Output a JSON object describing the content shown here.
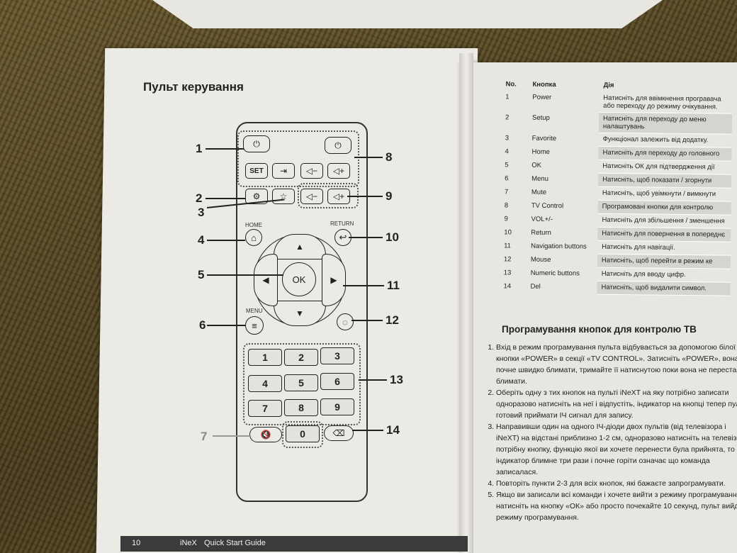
{
  "left_page": {
    "title": "Пульт керування",
    "callouts": [
      "1",
      "2",
      "3",
      "4",
      "5",
      "6",
      "7",
      "8",
      "9",
      "10",
      "11",
      "12",
      "13",
      "14"
    ],
    "remote": {
      "set_label": "SET",
      "home_label": "HOME",
      "return_label": "RETURN",
      "menu_label": "MENU",
      "ok_label": "OK",
      "numbers": [
        "1",
        "2",
        "3",
        "4",
        "5",
        "6",
        "7",
        "8",
        "9",
        "0"
      ]
    },
    "footer": {
      "page_number": "10",
      "brand": "iNeX",
      "guide": "Quick Start Guide"
    }
  },
  "right_page": {
    "table_headers": {
      "no": "No.",
      "button": "Кнопка",
      "action": "Дія"
    },
    "rows": [
      {
        "no": "1",
        "button": "Power",
        "action": "Натисніть для ввімкнення програвача або переходу до режиму очікування."
      },
      {
        "no": "2",
        "button": "Setup",
        "action": "Натисніть для переходу до меню налаштувань"
      },
      {
        "no": "3",
        "button": "Favorite",
        "action": "Функціонал залежить від додатку."
      },
      {
        "no": "4",
        "button": "Home",
        "action": "Натисніть для переходу до головного"
      },
      {
        "no": "5",
        "button": "OK",
        "action": "Натисніть ОК для підтвердження дії"
      },
      {
        "no": "6",
        "button": "Menu",
        "action": "Натисніть, щоб показати / згорнути"
      },
      {
        "no": "7",
        "button": "Mute",
        "action": "Натисніть, щоб увімкнути / вимкнути"
      },
      {
        "no": "8",
        "button": "TV Control",
        "action": "Програмовані кнопки для контролю"
      },
      {
        "no": "9",
        "button": "VOL+/-",
        "action": "Натисніть для збільшення / зменшення"
      },
      {
        "no": "10",
        "button": "Return",
        "action": "Натисніть для повернення в попереднє"
      },
      {
        "no": "11",
        "button": "Navigation buttons",
        "action": "Натисніть для навігації."
      },
      {
        "no": "12",
        "button": "Mouse",
        "action": "Натисніть, щоб перейти в режим ке"
      },
      {
        "no": "13",
        "button": "Numeric buttons",
        "action": "Натисніть для вводу цифр."
      },
      {
        "no": "14",
        "button": "Del",
        "action": "Натисніть, щоб видалити символ."
      }
    ],
    "section_title": "Програмування кнопок для контролю ТВ",
    "steps": [
      "Вхід в режим програмування пульта відбувається за допомогою білої кнопки «POWER» в секції «TV CONTROL». Затисніть «POWER», вона почне швидко блимати, тримайте її натиснутою поки вона не перестане блимати.",
      "Оберіть одну з тих кнопок на пульті iNeXT на яку потрібно записати одноразово натисніть на неї і відпустіть, індикатор на кнопці тепер пульт готовий приймати ІЧ сигнал для запису.",
      "Направивши один на одного ІЧ-діоди двох пультів (від телевізора і iNeXT) на відстані приблизно 1-2 см, одноразово натисніть на телевізора потрібну кнопку, функцію якої ви хочете перенести була прийнята, то індикатор блимне три рази і почне горіти означає що команда записалася.",
      "Повторіть пункти 2-3 для всіх кнопок, які бажаєте запрограмувати.",
      "Якщо ви записали всі команди і хочете вийти з режиму програмування натисніть на кнопку «ОК» або просто почекайте 10 секунд, пульт вийде з режиму програмування."
    ]
  }
}
